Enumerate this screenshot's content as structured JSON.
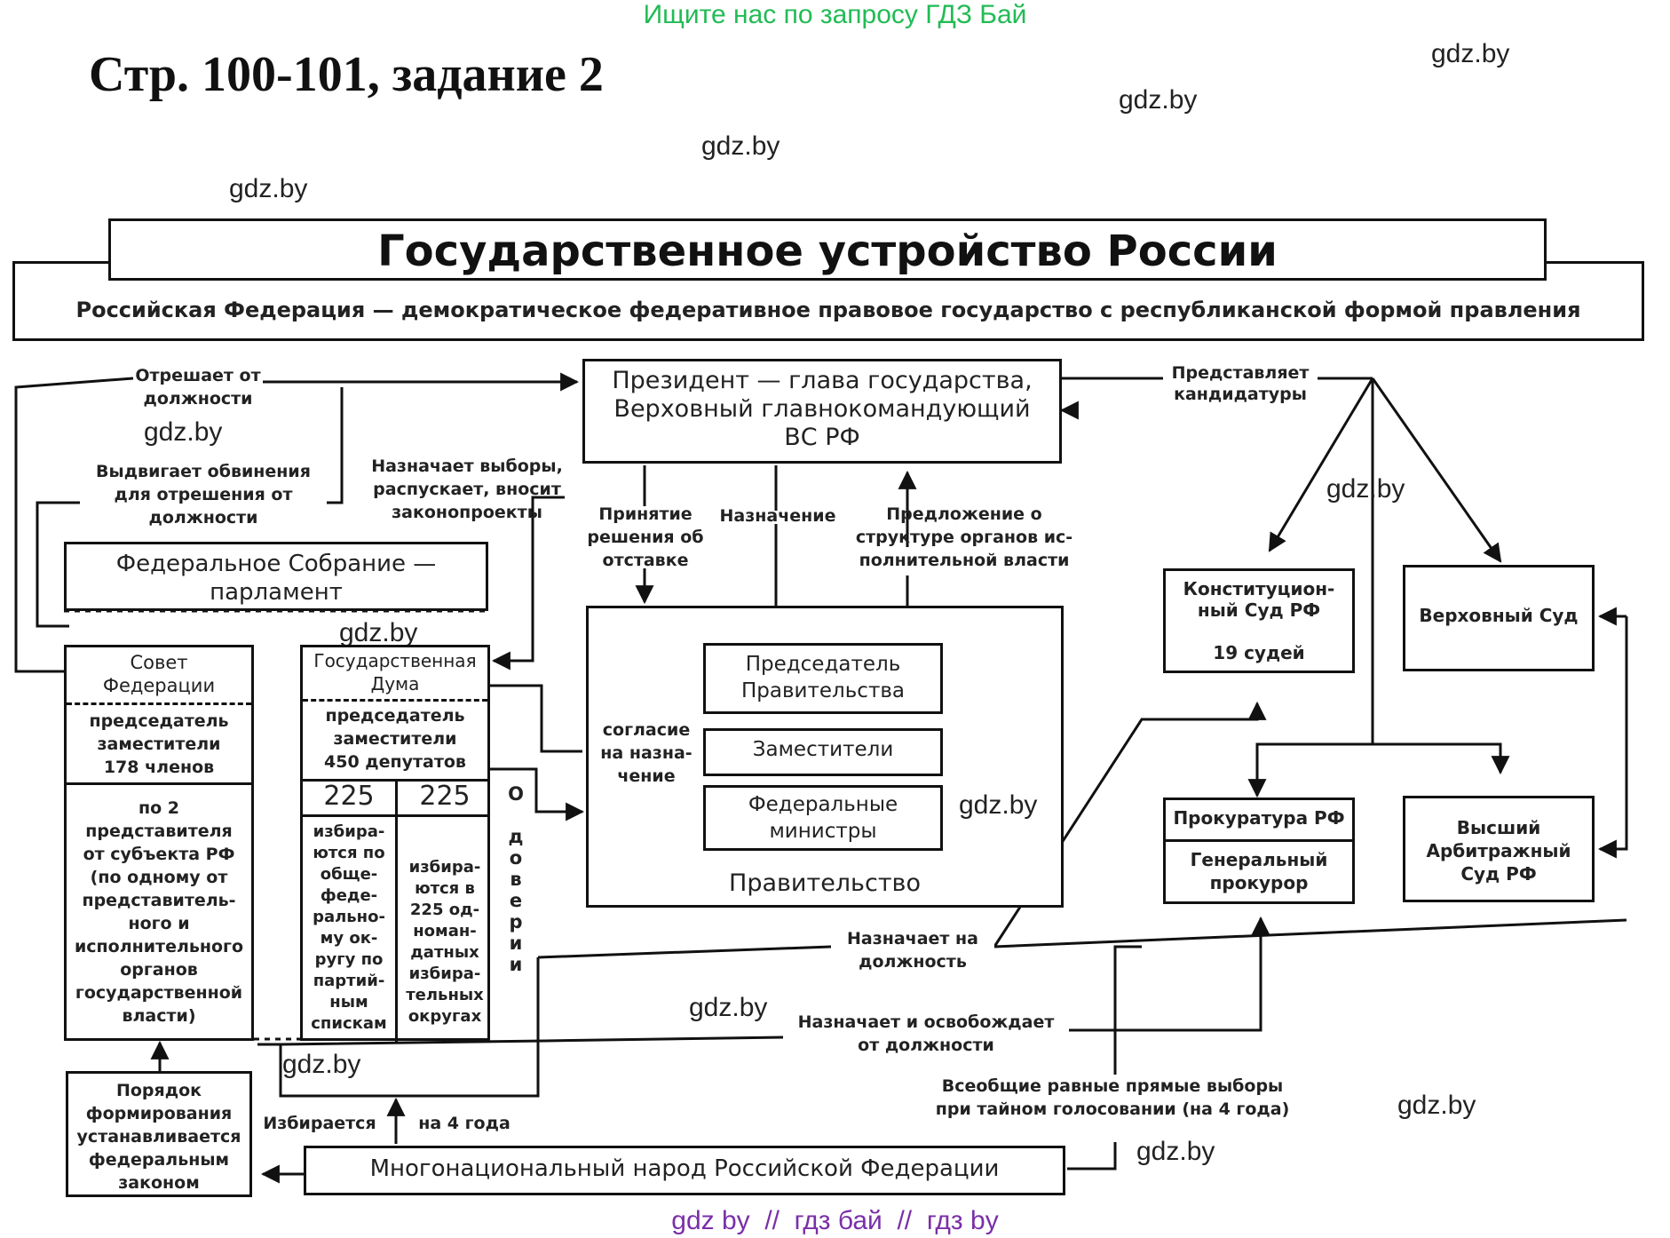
{
  "header": {
    "promo": "Ищите нас по запросу ГДЗ Бай",
    "page_title": "Стр. 100-101, задание 2"
  },
  "watermarks": [
    "gdz.by"
  ],
  "footer": {
    "links": "gdz by  //  гдз бай  //  гдз by"
  },
  "diagram": {
    "title": "Государственное устройство России",
    "subtitle": "Российская Федерация — демократическое федеративное правовое государство с республиканской формой правления",
    "president": "Президент — глава государства,\nВерховный главнокомандующий\nВС РФ",
    "parliament": "Федеральное Собрание —\nпарламент",
    "council": {
      "name": "Совет\nФедерации",
      "members": "председатель\nзаместители\n178 членов",
      "formation": "по 2\nпредставителя\nот субъекта РФ\n(по одному от\nпредставитель-\nного и\nисполнительного\nорганов\nгосударственной\nвласти)"
    },
    "duma": {
      "name": "Государственная\nДума",
      "members": "председатель\nзаместители\n450 депутатов",
      "left_count": "225",
      "right_count": "225",
      "left_desc": "избира-\nются по\nобще-\nфеде-\nрально-\nму ок-\nругу по\nпартий-\nным\nспискам",
      "right_desc": "избира-\nются в\n225 од-\nноман-\nдатных\nизбира-\nтельных\nокругах"
    },
    "government": {
      "chairman": "Председатель\nПравительства",
      "deputies": "Заместители",
      "ministers": "Федеральные\nминистры",
      "name": "Правительство"
    },
    "courts": {
      "constitutional": "Конституцион-\nный Суд РФ\n\n19 судей",
      "supreme": "Верховный Суд",
      "prosecutor": "Прокуратура РФ",
      "prosecutor_general": "Генеральный\nпрокурор",
      "arbitration": "Высший\nАрбитражный\nСуд РФ"
    },
    "formation_order": "Порядок\nформирования\nустанавливается\nфедеральным\nзаконом",
    "people": "Многонациональный народ Российской Федерации",
    "labels": {
      "dismisses": "Отрешает от\nдолжности",
      "accusation": "Выдвигает обвинения\nдля отрешения от\nдолжности",
      "calls_elections": "Назначает выборы,\nраспускает, вносит\nзаконопроекты",
      "resignation": "Принятие\nрешения об\nотставке",
      "appointment": "Назначение",
      "structure_proposal": "Предложение о\nструктуре органов ис-\nполнительной власти",
      "presents_candidates": "Представляет\nкандидатуры",
      "consent": "согласие\nна назна-\nчение",
      "confidence": "О\n\nд\nо\nв\nе\nр\nи\nи",
      "appoints_to_office": "Назначает на\nдолжность",
      "appoints_and_releases": "Назначает и освобождает\nот должности",
      "elections": "Всеобщие равные прямые выборы\nпри тайном голосовании (на 4 года)",
      "elected": "Избирается",
      "four_years": "на 4 года"
    }
  }
}
